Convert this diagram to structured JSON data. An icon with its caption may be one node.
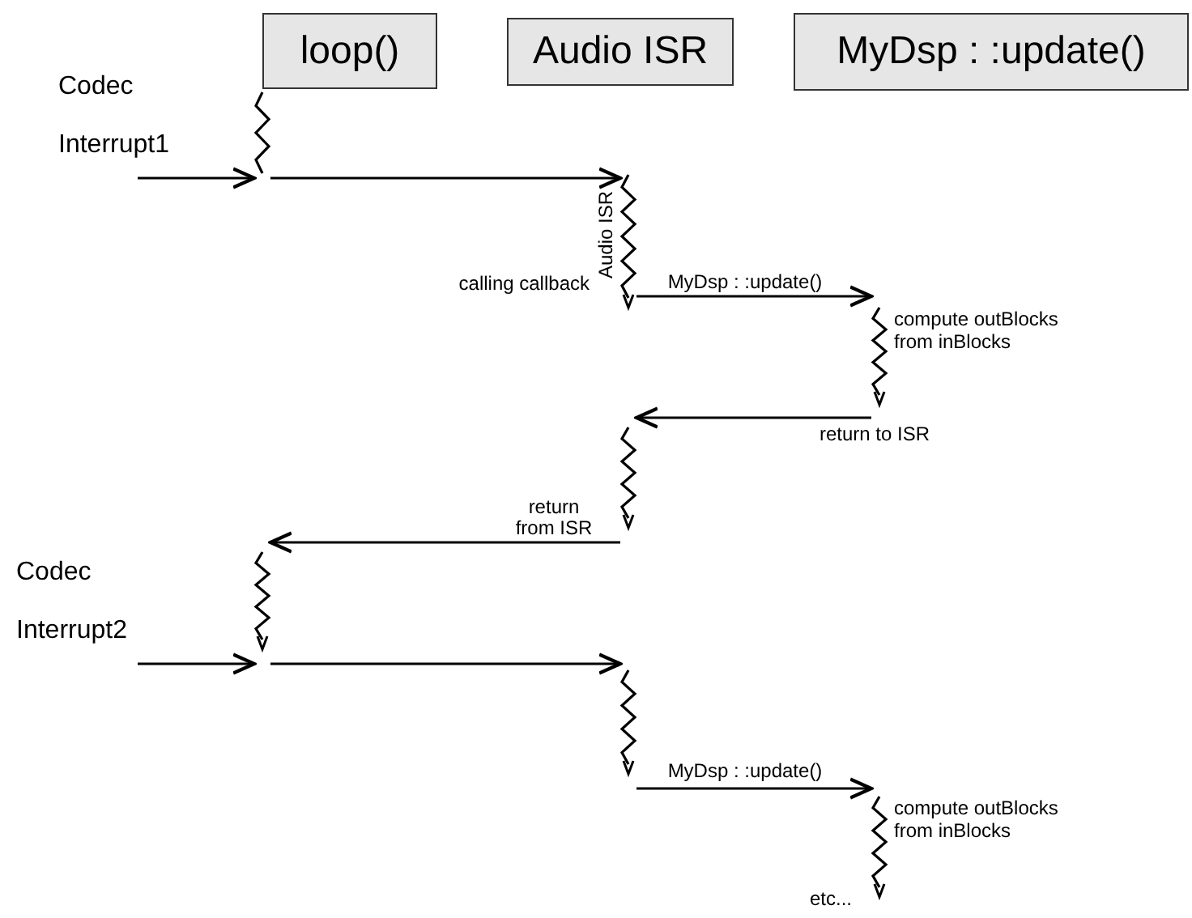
{
  "diagram": {
    "nodes": [
      {
        "text": [
          "loop()"
        ]
      },
      {
        "text": [
          "Audio ISR"
        ]
      },
      {
        "text": [
          "MyDsp : :update()"
        ]
      },
      {
        "text": [],
        "shape": "wave"
      },
      {
        "text": [],
        "shape": "wave",
        "beside": [
          "Audio ISR",
          "calling callback"
        ]
      },
      {
        "text": [],
        "shape": "wave",
        "beside": [
          "compute outBlocks from inBlocks"
        ]
      },
      {
        "text": [],
        "shape": "wave"
      },
      {
        "text": [],
        "shape": "wave"
      },
      {
        "text": [],
        "shape": "wave"
      },
      {
        "text": [],
        "shape": "wave",
        "beside": [
          "compute outBlocks from inBlocks",
          "etc..."
        ]
      }
    ],
    "edges": [
      {
        "from": null,
        "to": 3,
        "arrow": "to"
      },
      {
        "from": 3,
        "to": 4,
        "arrow": "to"
      },
      {
        "from": 4,
        "to": 5,
        "arrow": "to",
        "label": "MyDsp : :update()"
      },
      {
        "from": 5,
        "to": 6,
        "arrow": "to",
        "label": "return to ISR"
      },
      {
        "from": 6,
        "to": 7,
        "arrow": "to",
        "label": "return from ISR"
      },
      {
        "from": null,
        "to": 7,
        "arrow": "to"
      },
      {
        "from": 7,
        "to": 8,
        "arrow": "to"
      },
      {
        "from": 8,
        "to": 9,
        "arrow": "to",
        "label": "MyDsp : :update()"
      }
    ],
    "labels": [
      "Codec Interrupt1",
      "Codec Interrupt2"
    ]
  }
}
